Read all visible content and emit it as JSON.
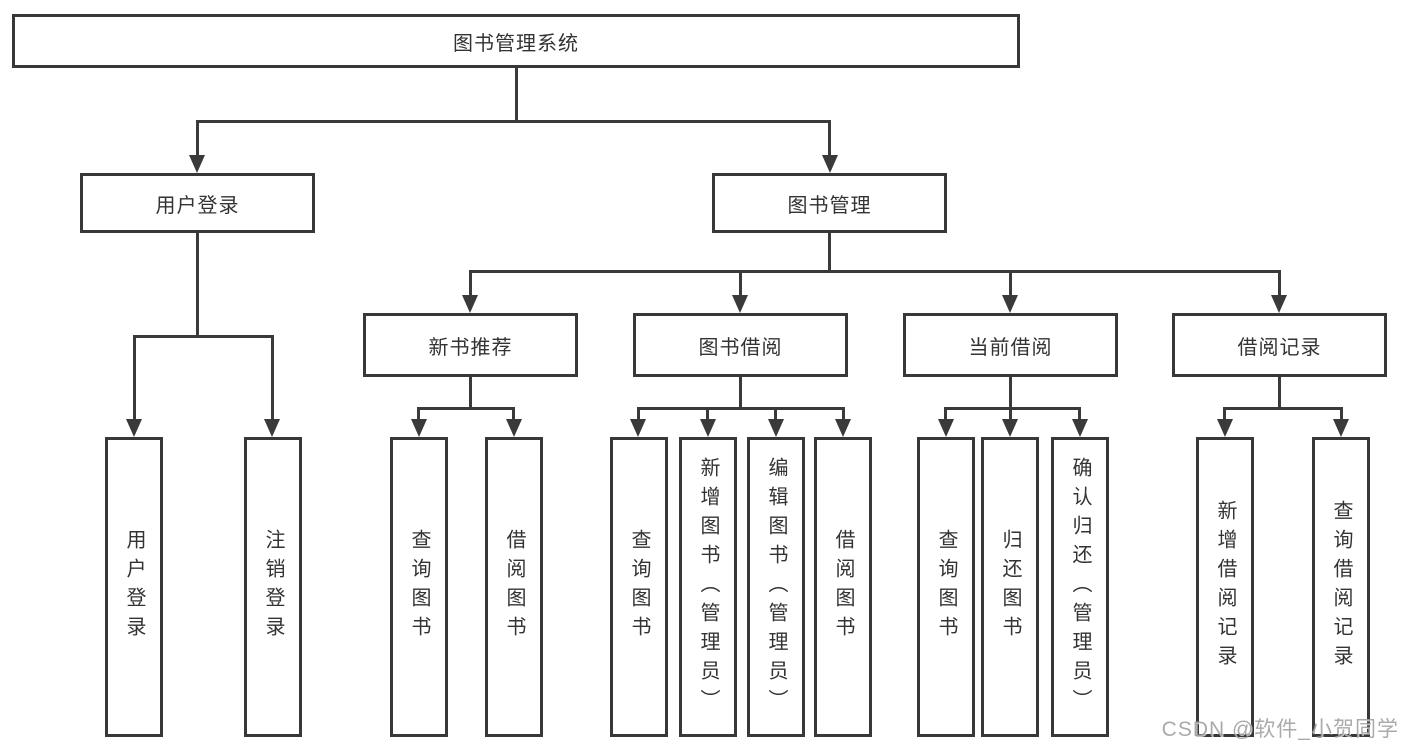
{
  "title": "图书管理系统",
  "tree": {
    "root": {
      "label": "图书管理系统",
      "children": [
        {
          "label": "用户登录",
          "children": [
            {
              "label": "用户登录"
            },
            {
              "label": "注销登录"
            }
          ]
        },
        {
          "label": "图书管理",
          "children": [
            {
              "label": "新书推荐",
              "children": [
                {
                  "label": "查询图书"
                },
                {
                  "label": "借阅图书"
                }
              ]
            },
            {
              "label": "图书借阅",
              "children": [
                {
                  "label": "查询图书"
                },
                {
                  "label": "新增图书（管理员）"
                },
                {
                  "label": "编辑图书（管理员）"
                },
                {
                  "label": "借阅图书"
                }
              ]
            },
            {
              "label": "当前借阅",
              "children": [
                {
                  "label": "查询图书"
                },
                {
                  "label": "归还图书"
                },
                {
                  "label": "确认归还（管理员）"
                }
              ]
            },
            {
              "label": "借阅记录",
              "children": [
                {
                  "label": "新增借阅记录"
                },
                {
                  "label": "查询借阅记录"
                }
              ]
            }
          ]
        }
      ]
    }
  },
  "watermark": {
    "text": "CSDN @软件_小贺同学"
  },
  "colors": {
    "line": "#3a3a3a",
    "box_border": "#383838",
    "text": "#333333",
    "watermark": "#9e9e9e",
    "background": "#ffffff"
  }
}
